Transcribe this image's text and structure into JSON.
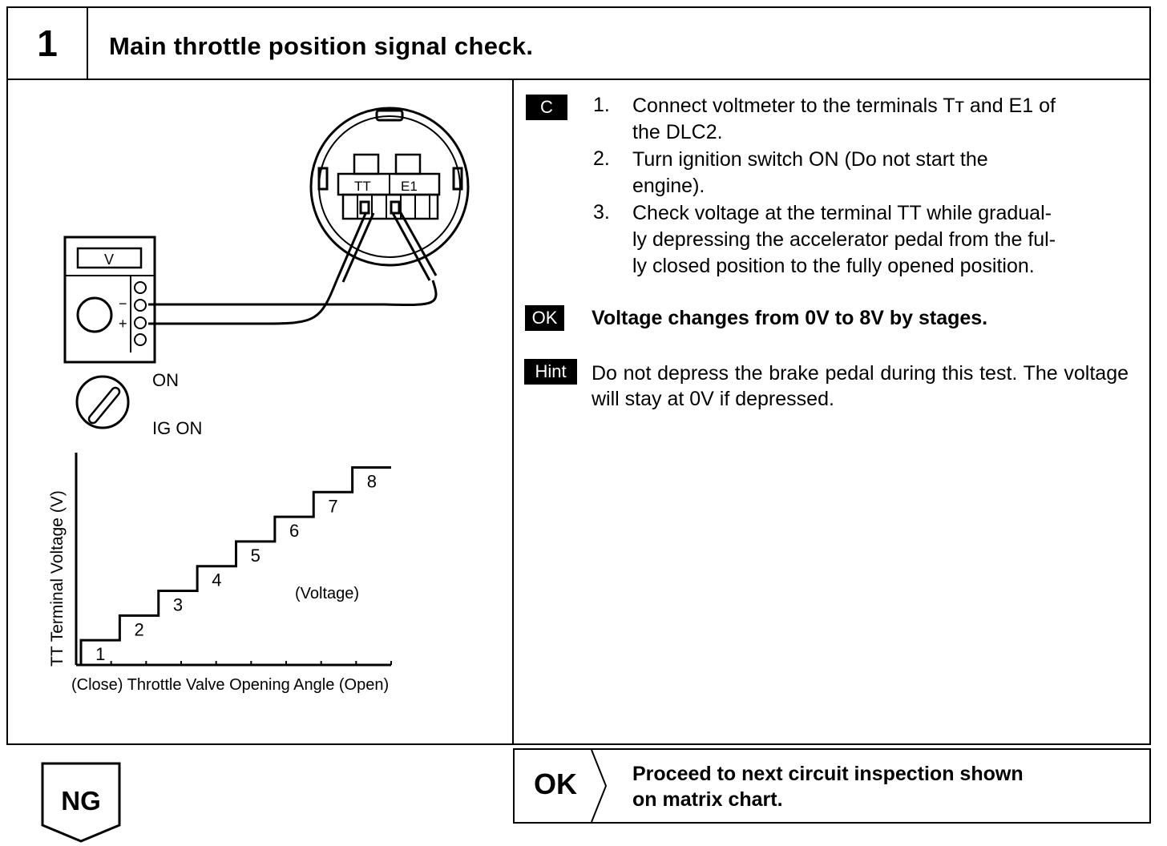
{
  "header": {
    "step_number": "1",
    "title": "Main throttle position signal check."
  },
  "diagram": {
    "connector_labels": {
      "tt": "TT",
      "e1": "E1"
    },
    "meter_label": "V",
    "meter_minus": "−",
    "meter_plus": "+",
    "ignition_on": "ON",
    "ignition_ig_on": "IG ON"
  },
  "chart_data": {
    "type": "line",
    "title": "",
    "ylabel": "TT Terminal Voltage (V)",
    "xlabel": "(Close) Throttle Valve Opening Angle (Open)",
    "series_label": "(Voltage)",
    "step_labels": [
      "1",
      "2",
      "3",
      "4",
      "5",
      "6",
      "7",
      "8"
    ],
    "values": [
      1,
      2,
      3,
      4,
      5,
      6,
      7,
      8
    ]
  },
  "instructions": {
    "tag": "C",
    "steps": [
      {
        "num": "1.",
        "lines": [
          "Connect voltmeter to the terminals Tт and E1 of",
          "the DLC2."
        ]
      },
      {
        "num": "2.",
        "lines": [
          "Turn ignition switch ON (Do not start the",
          "engine)."
        ]
      },
      {
        "num": "3.",
        "lines": [
          "Check voltage at the terminal TT while gradual-",
          "ly depressing the accelerator pedal from the ful-",
          "ly closed position to the fully opened position."
        ]
      }
    ]
  },
  "ok_result": {
    "tag": "OK",
    "text": "Voltage changes from 0V to 8V by stages."
  },
  "hint": {
    "tag": "Hint",
    "text": "Do not depress the brake pedal during this test. The voltage will stay at 0V if depressed."
  },
  "footer": {
    "ng_label": "NG",
    "ok_label": "OK",
    "proceed_line1": "Proceed to next circuit inspection shown",
    "proceed_line2": "on matrix chart."
  }
}
